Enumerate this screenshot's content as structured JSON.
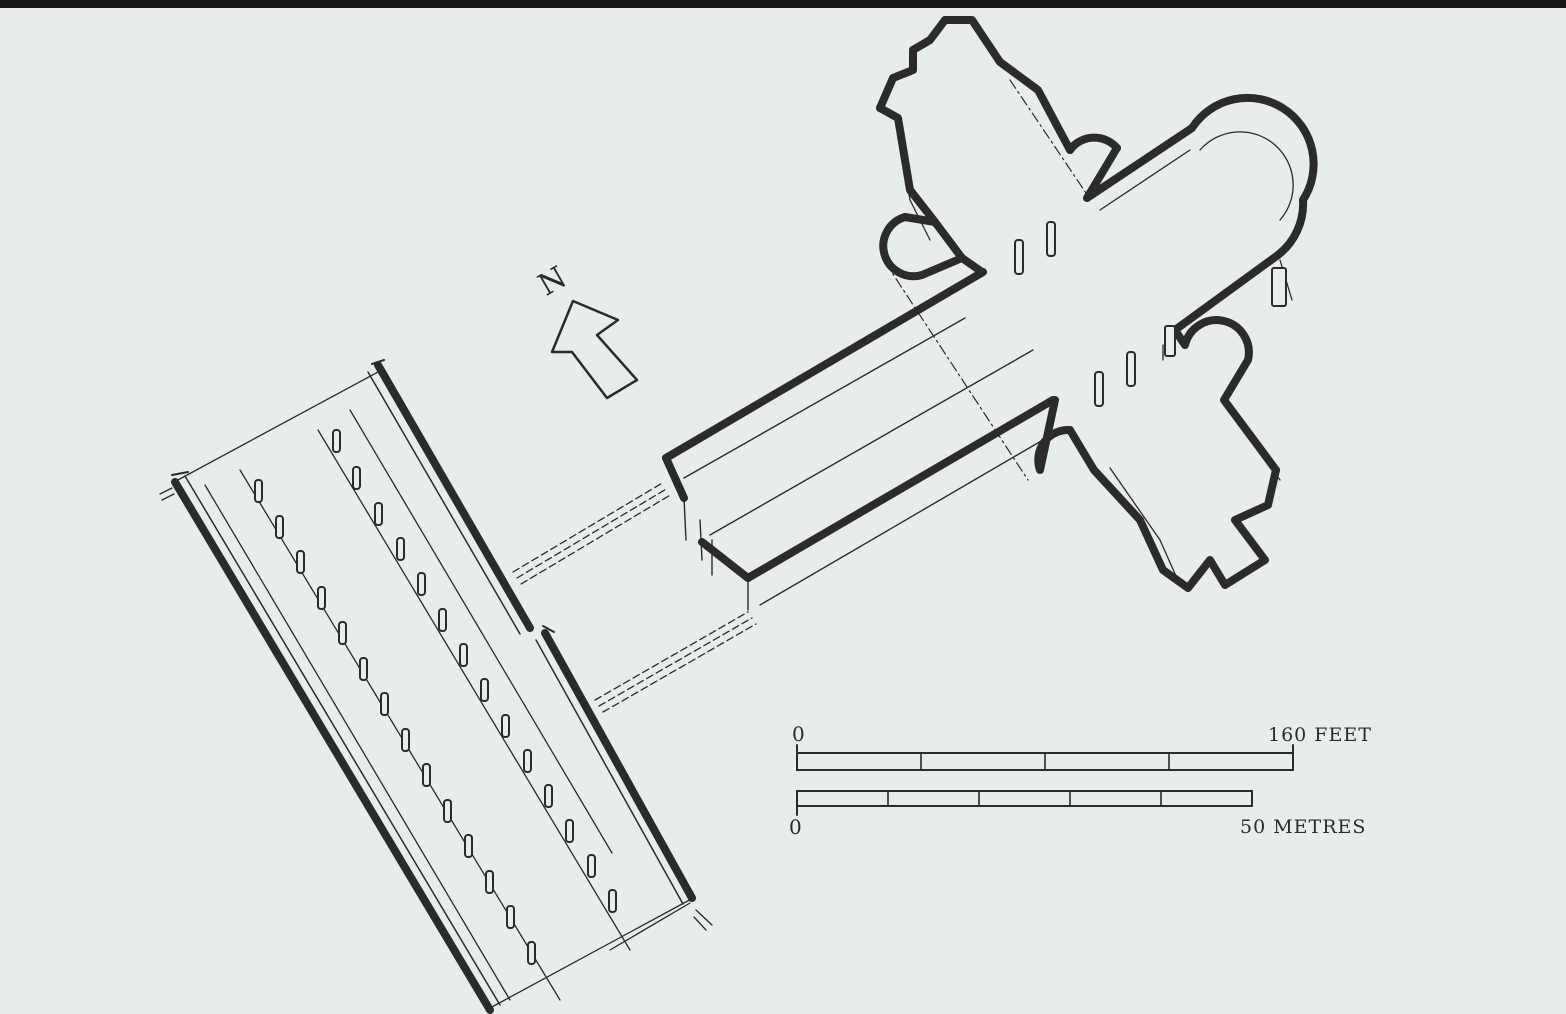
{
  "diagram": {
    "north_label": "N",
    "scale_feet": {
      "start": "0",
      "end": "160 FEET",
      "divisions": 4
    },
    "scale_metres": {
      "start": "0",
      "end": "50 METRES",
      "divisions": 5
    }
  },
  "colors": {
    "paper": "#e7ecec",
    "ink": "#2b2b2b",
    "top_band": "#151515"
  }
}
